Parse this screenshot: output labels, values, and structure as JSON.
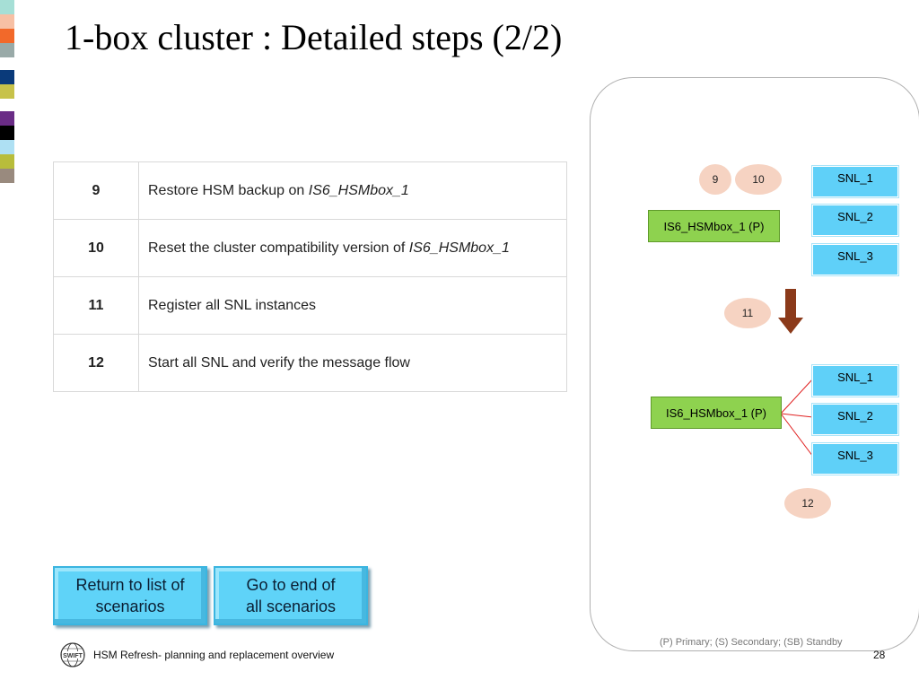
{
  "slide": {
    "title": "1-box cluster : Detailed steps (2/2)",
    "steps": [
      {
        "num": "9",
        "text": "Restore HSM backup on ",
        "italic": "IS6_HSMbox_1"
      },
      {
        "num": "10",
        "text": "Reset the cluster compatibility version of ",
        "italic": "IS6_HSMbox_1"
      },
      {
        "num": "11",
        "text": "Register all SNL instances",
        "italic": ""
      },
      {
        "num": "12",
        "text": "Start all SNL and verify the message flow",
        "italic": ""
      }
    ]
  },
  "diagram": {
    "top": {
      "ovals": [
        "9",
        "10"
      ],
      "hsm": "IS6_HSMbox_1 (P)",
      "snl": [
        "SNL_1",
        "SNL_2",
        "SNL_3"
      ]
    },
    "mid_oval": "11",
    "bottom": {
      "hsm": "IS6_HSMbox_1 (P)",
      "snl": [
        "SNL_1",
        "SNL_2",
        "SNL_3"
      ],
      "oval": "12"
    },
    "legend": "(P) Primary; (S) Secondary; (SB) Standby"
  },
  "buttons": {
    "return": [
      "Return to list of",
      "scenarios"
    ],
    "end": [
      "Go to end of",
      "all scenarios"
    ]
  },
  "footer": {
    "logo_text": "SWIFT",
    "text": "HSM Refresh- planning and replacement overview",
    "page": "28"
  },
  "colors": {
    "snl": "#5fd0f8",
    "hsm": "#8ed24f",
    "oval": "#f6d3c2",
    "arrow": "#8b3a1a",
    "connector": "#e02020"
  }
}
